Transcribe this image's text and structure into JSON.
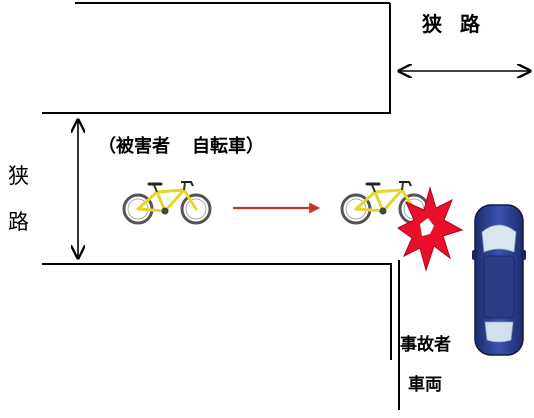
{
  "labels": {
    "narrow_road_top_a": "狭",
    "narrow_road_top_b": "路",
    "narrow_road_left_a": "狭",
    "narrow_road_left_b": "路",
    "victim_open": "（被害者",
    "victim_close": "自転車）",
    "car_line1": "事故者",
    "car_line2": "車両"
  },
  "colors": {
    "road_line": "#000000",
    "motion_arrow": "#c0392b",
    "bicycle_frame": "#e3d82a",
    "bicycle_wheel": "#555555",
    "impact_burst": "#e8102a",
    "car_body": "#2b3f8c"
  },
  "icons": {
    "bicycle": "bicycle-icon",
    "impact": "collision-burst-icon",
    "car": "car-top-view-icon"
  }
}
